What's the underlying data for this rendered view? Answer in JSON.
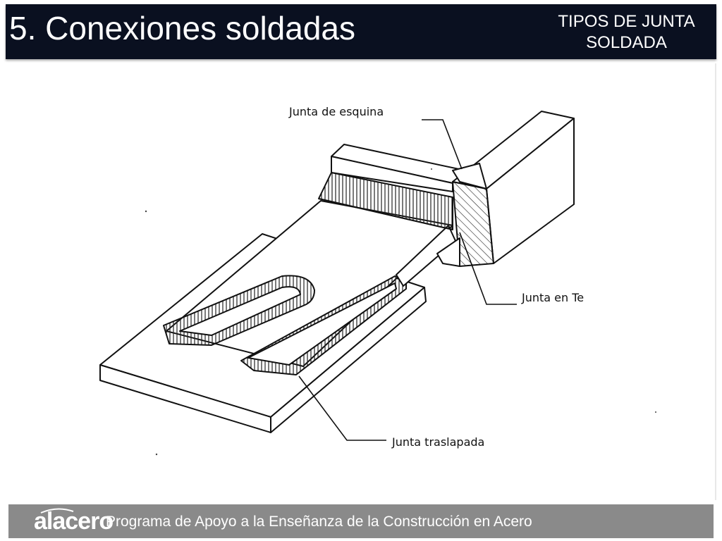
{
  "header": {
    "title": "5. Conexiones soldadas",
    "subtitle_line1": "TIPOS DE JUNTA",
    "subtitle_line2": "SOLDADA"
  },
  "diagram": {
    "labels": {
      "corner": "Junta de esquina",
      "tee": "Junta en Te",
      "lap": "Junta traslapada"
    }
  },
  "footer": {
    "logo": "alacero",
    "program": "Programa de Apoyo a la Enseñanza de la Construcción en Acero"
  },
  "colors": {
    "header_bg": "#0a1020",
    "footer_bg": "#8a8a8a",
    "text_light": "#ffffff"
  }
}
